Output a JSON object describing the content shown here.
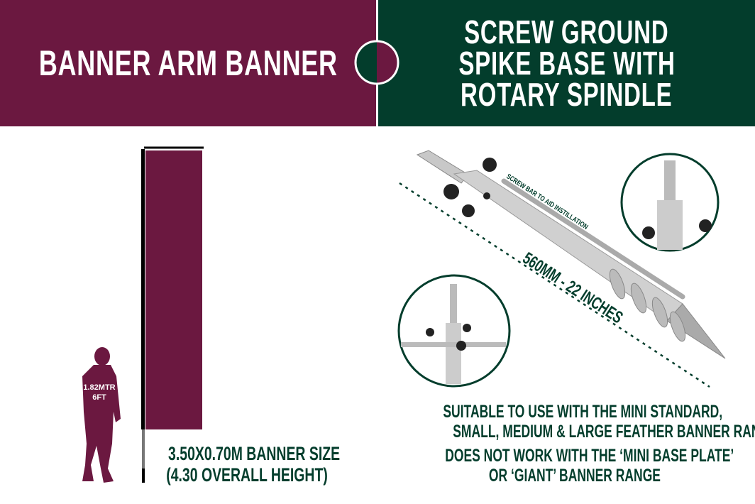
{
  "header": {
    "left_title": "BANNER ARM BANNER",
    "right_title_lines": [
      "SCREW GROUND",
      "SPIKE BASE WITH",
      "ROTARY SPINDLE"
    ]
  },
  "banner": {
    "person_height": "1.82MTR",
    "person_height_ft": "6FT",
    "size_line": "3.50X0.70M BANNER SIZE",
    "height_line": "(4.30 OVERALL HEIGHT)"
  },
  "product": {
    "screw_bar_label": "SCREW BAR TO AID INSTILLATION",
    "length_label": "560MM - 22 INCHES"
  },
  "notes": {
    "line1": "SUITABLE TO USE WITH THE MINI STANDARD,",
    "line2": "SMALL, MEDIUM & LARGE FEATHER BANNER RANGE",
    "line3": "DOES NOT WORK WITH THE ‘MINI BASE PLATE’",
    "line4": "OR ‘GIANT’ BANNER RANGE"
  },
  "colors": {
    "maroon": "#6b1840",
    "green": "#033d2c"
  }
}
